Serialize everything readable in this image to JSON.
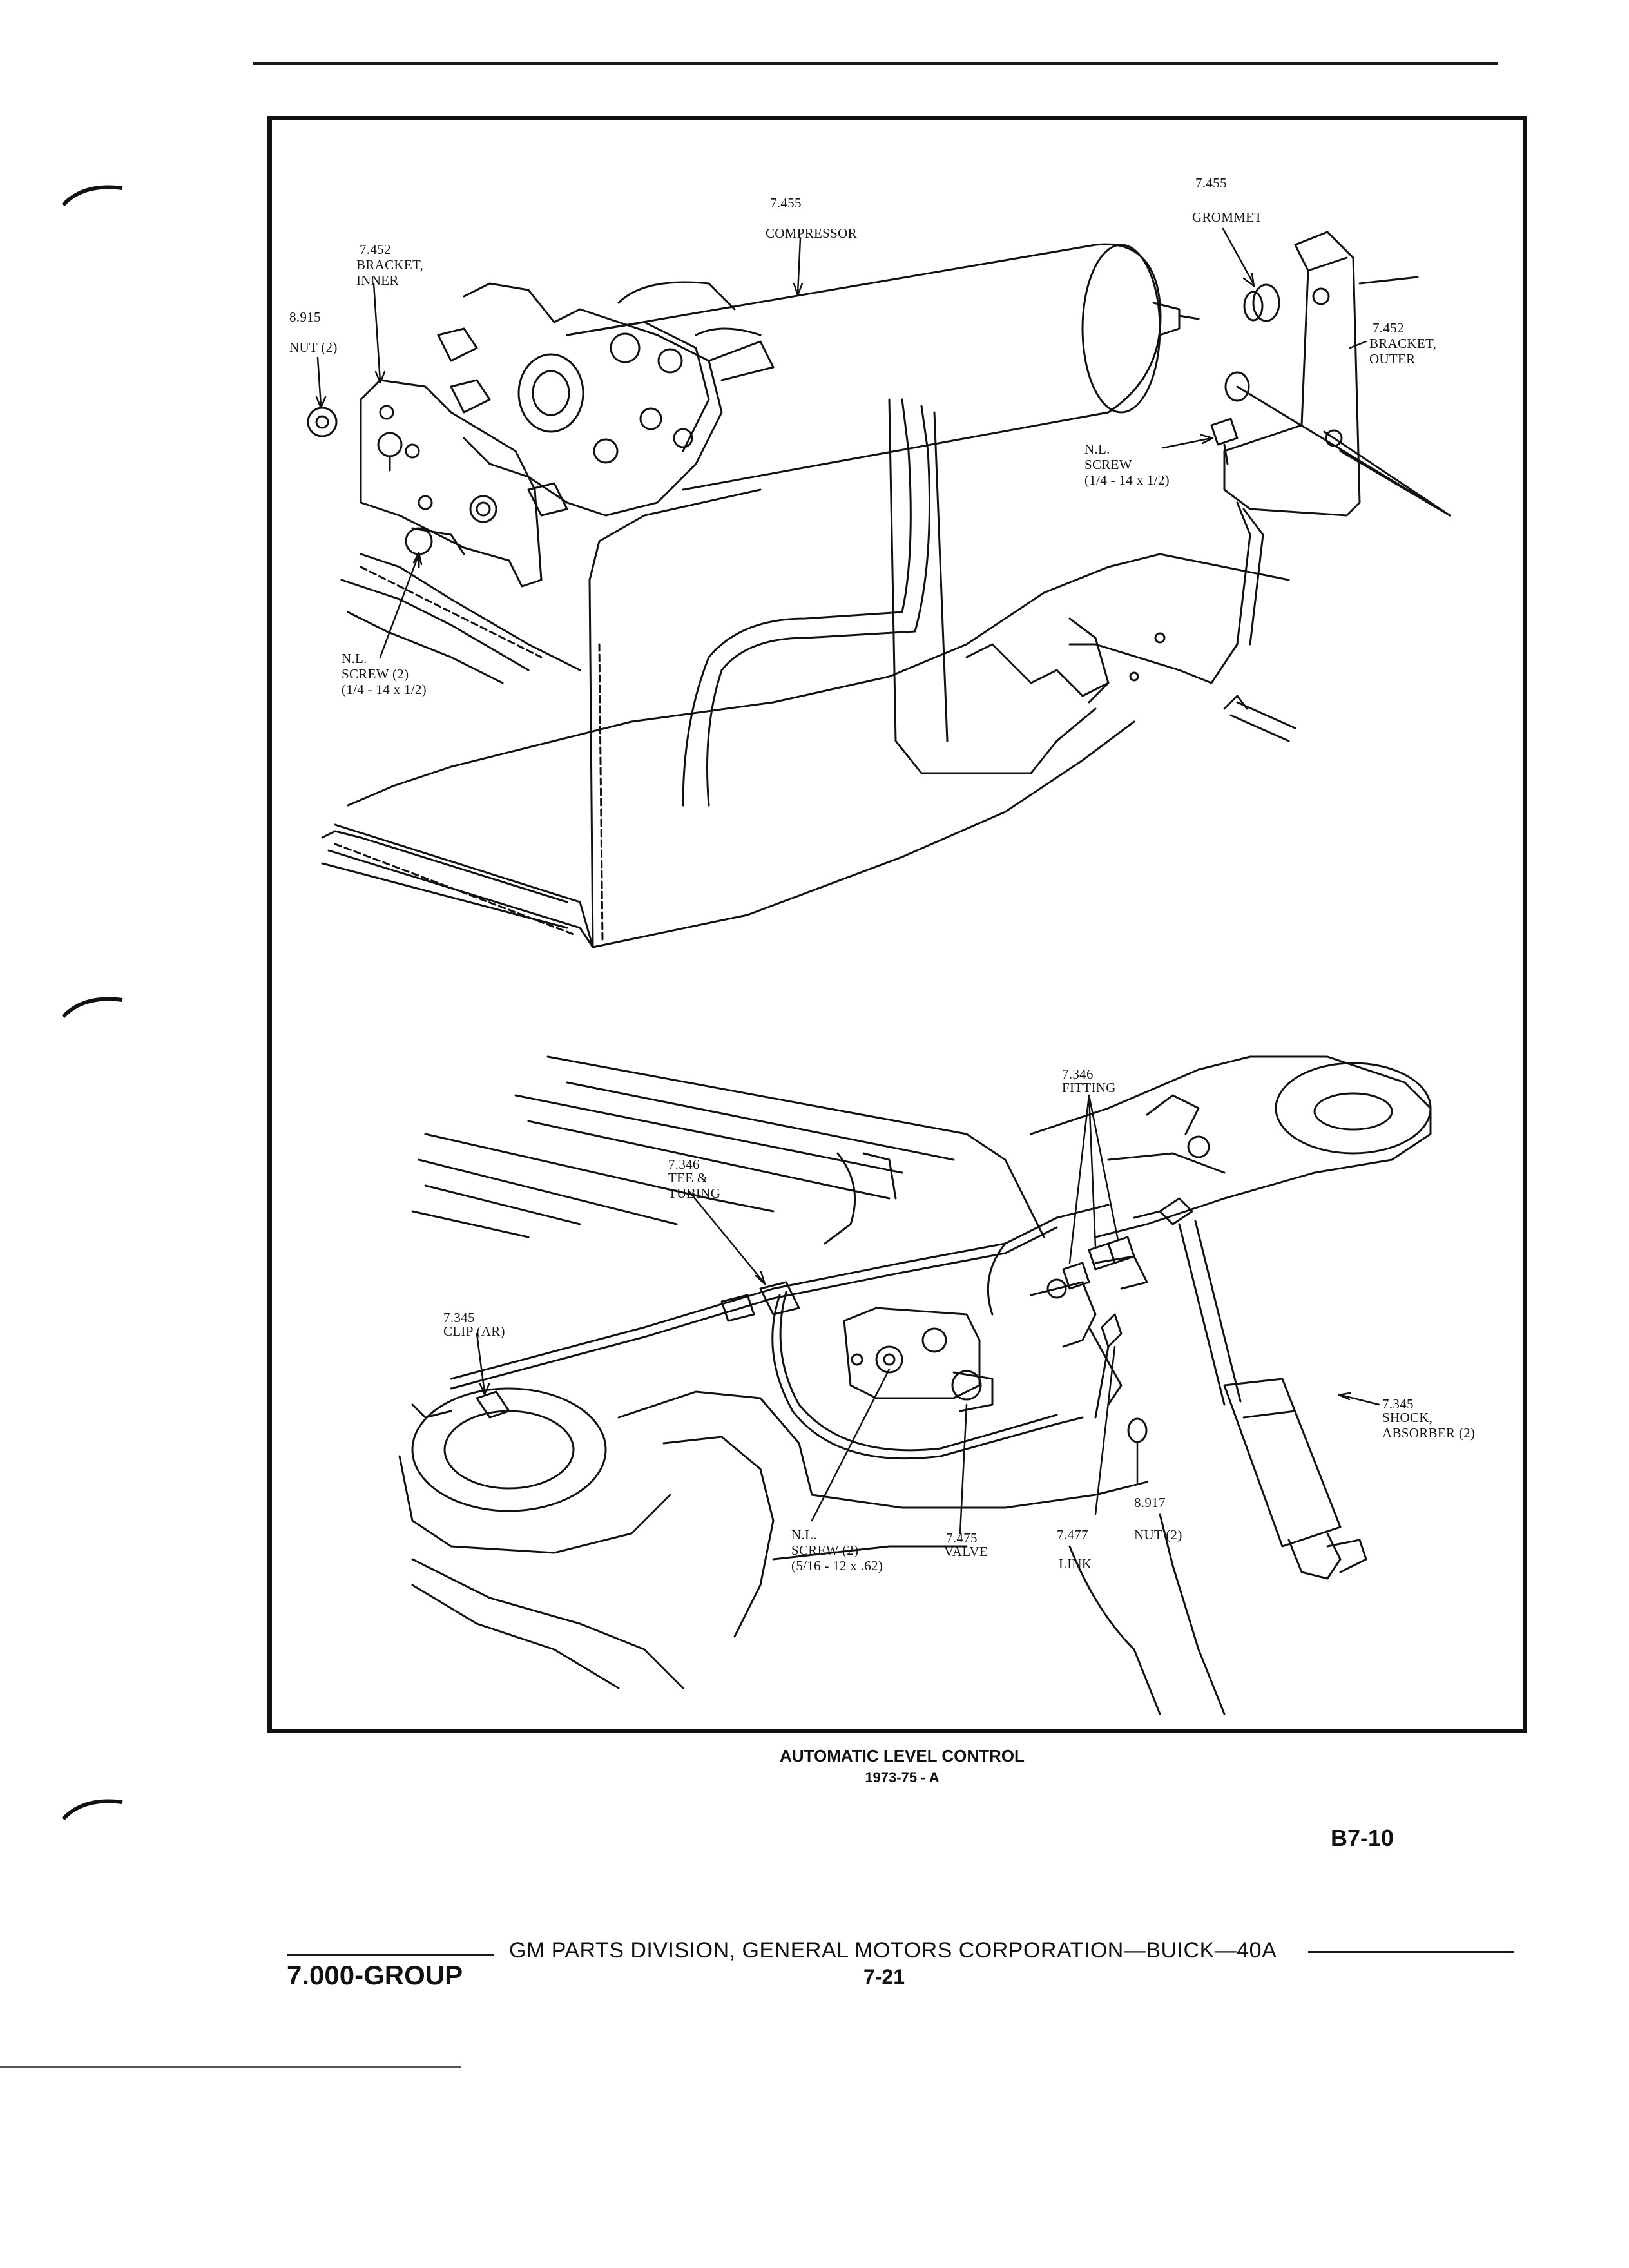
{
  "labels": {
    "compressor_num": "7.455",
    "compressor_name": "COMPRESSOR",
    "grommet_num": "7.455",
    "grommet_name": "GROMMET",
    "bracket_inner_num": "7.452",
    "bracket_inner_name": "BRACKET,\nINNER",
    "nut_top_num": "8.915",
    "nut_top_name": "NUT (2)",
    "bracket_outer_num": "7.452",
    "bracket_outer_name": "BRACKET,\nOUTER",
    "screw_right": "N.L.\nSCREW\n(1/4 - 14 x 1/2)",
    "screw_left": "N.L.\nSCREW (2)\n(1/4 - 14 x 1/2)",
    "fitting_num": "7.346",
    "fitting_name": "FITTING",
    "tee_num": "7.346",
    "tee_name": "TEE &\nTUBING",
    "clip_num": "7.345",
    "clip_name": "CLIP (AR)",
    "shock_num": "7.345",
    "shock_name": "SHOCK,\nABSORBER (2)",
    "nut_bottom_num": "8.917",
    "nut_bottom_name": "NUT (2)",
    "link_num": "7.477",
    "link_name": "LINK",
    "valve_num": "7.475",
    "valve_name": "VALVE",
    "screw_bottom": "N.L.\nSCREW (2)\n(5/16 - 12 x .62)"
  },
  "caption": {
    "title": "AUTOMATIC LEVEL CONTROL",
    "subtitle": "1973-75 - A"
  },
  "page_code": "B7-10",
  "footer": {
    "division": "GM PARTS DIVISION,  GENERAL MOTORS CORPORATION—BUICK—40A",
    "group": "7.000-GROUP",
    "page": "7-21"
  }
}
